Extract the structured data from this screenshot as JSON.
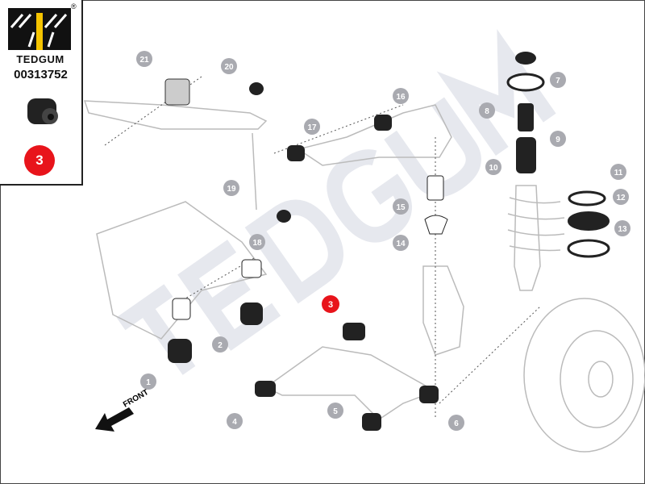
{
  "brand": {
    "name": "TEDGUM",
    "registered": "®",
    "part_number": "00313752",
    "highlight_number": "3",
    "accent": "#e8141b",
    "logo_yellow": "#f5c400"
  },
  "diagram": {
    "watermark": "TEDGUM",
    "front_label": "FRONT",
    "highlight_callout": "3",
    "callouts": [
      "1",
      "2",
      "4",
      "5",
      "6",
      "7",
      "8",
      "9",
      "10",
      "11",
      "12",
      "13",
      "14",
      "15",
      "16",
      "17",
      "18",
      "19",
      "20",
      "21"
    ]
  }
}
